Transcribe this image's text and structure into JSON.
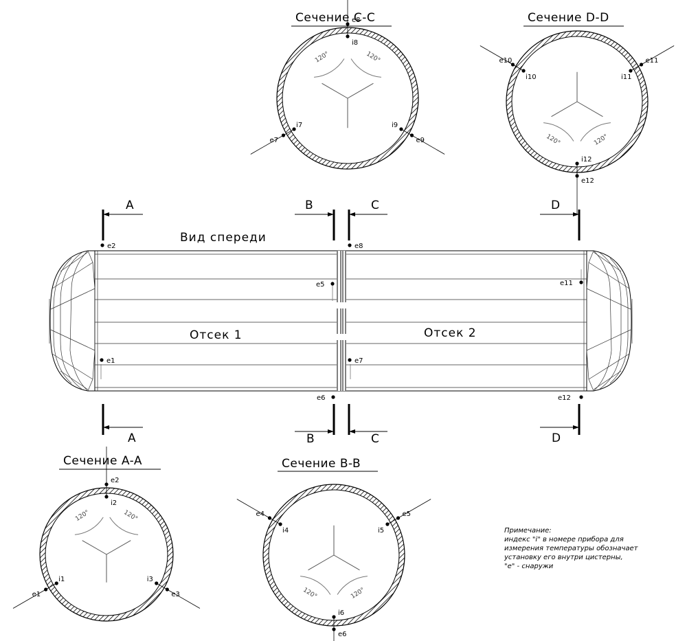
{
  "view_title": "Вид спереди",
  "compartments": [
    "Отсек 1",
    "Отсек 2"
  ],
  "section_marks": [
    "A",
    "B",
    "C",
    "D"
  ],
  "angle_label": "120°",
  "sections": [
    {
      "title": "Сечение A-A",
      "sensors": [
        {
          "id": "e1"
        },
        {
          "id": "i1"
        },
        {
          "id": "e2"
        },
        {
          "id": "i2"
        },
        {
          "id": "e3"
        },
        {
          "id": "i3"
        }
      ]
    },
    {
      "title": "Сечение B-B",
      "sensors": [
        {
          "id": "e4"
        },
        {
          "id": "i4"
        },
        {
          "id": "e5"
        },
        {
          "id": "i5"
        },
        {
          "id": "e6"
        },
        {
          "id": "i6"
        }
      ]
    },
    {
      "title": "Сечение C-C",
      "sensors": [
        {
          "id": "e7"
        },
        {
          "id": "i7"
        },
        {
          "id": "e8"
        },
        {
          "id": "i8"
        },
        {
          "id": "e9"
        },
        {
          "id": "i9"
        }
      ]
    },
    {
      "title": "Сечение D-D",
      "sensors": [
        {
          "id": "e10"
        },
        {
          "id": "i10"
        },
        {
          "id": "e11"
        },
        {
          "id": "i11"
        },
        {
          "id": "e12"
        },
        {
          "id": "i12"
        }
      ]
    }
  ],
  "front_sensors": [
    "e1",
    "e2",
    "e5",
    "e6",
    "e7",
    "e8",
    "e11",
    "e12"
  ],
  "note": {
    "heading": "Примечание:",
    "lines": [
      "индекс \"i\" в номере прибора для",
      "измерения температуры обозначает",
      "установку его внутри цистерны,",
      "\"e\" - снаружи"
    ]
  }
}
